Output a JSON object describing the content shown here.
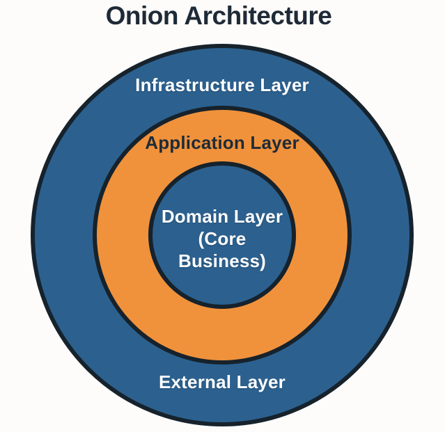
{
  "title": "Onion Architecture",
  "diagram": {
    "type": "onion-architecture-concentric-circles",
    "layers": {
      "infrastructure": {
        "label": "Infrastructure Layer"
      },
      "application": {
        "label": "Application Layer"
      },
      "domain": {
        "label": "Domain Layer (Core Business)",
        "lines": [
          "Domain Layer",
          "(Core",
          "Business)"
        ]
      },
      "external": {
        "label": "External Layer"
      }
    }
  },
  "colors": {
    "background": "#FDFCFA",
    "blue_fill": "#2C618F",
    "orange_fill": "#F0923B",
    "circle_stroke": "#16222C",
    "title_text": "#1F2A37",
    "label_on_blue": "#FFFFFF",
    "label_on_orange": "#1E2B38"
  }
}
